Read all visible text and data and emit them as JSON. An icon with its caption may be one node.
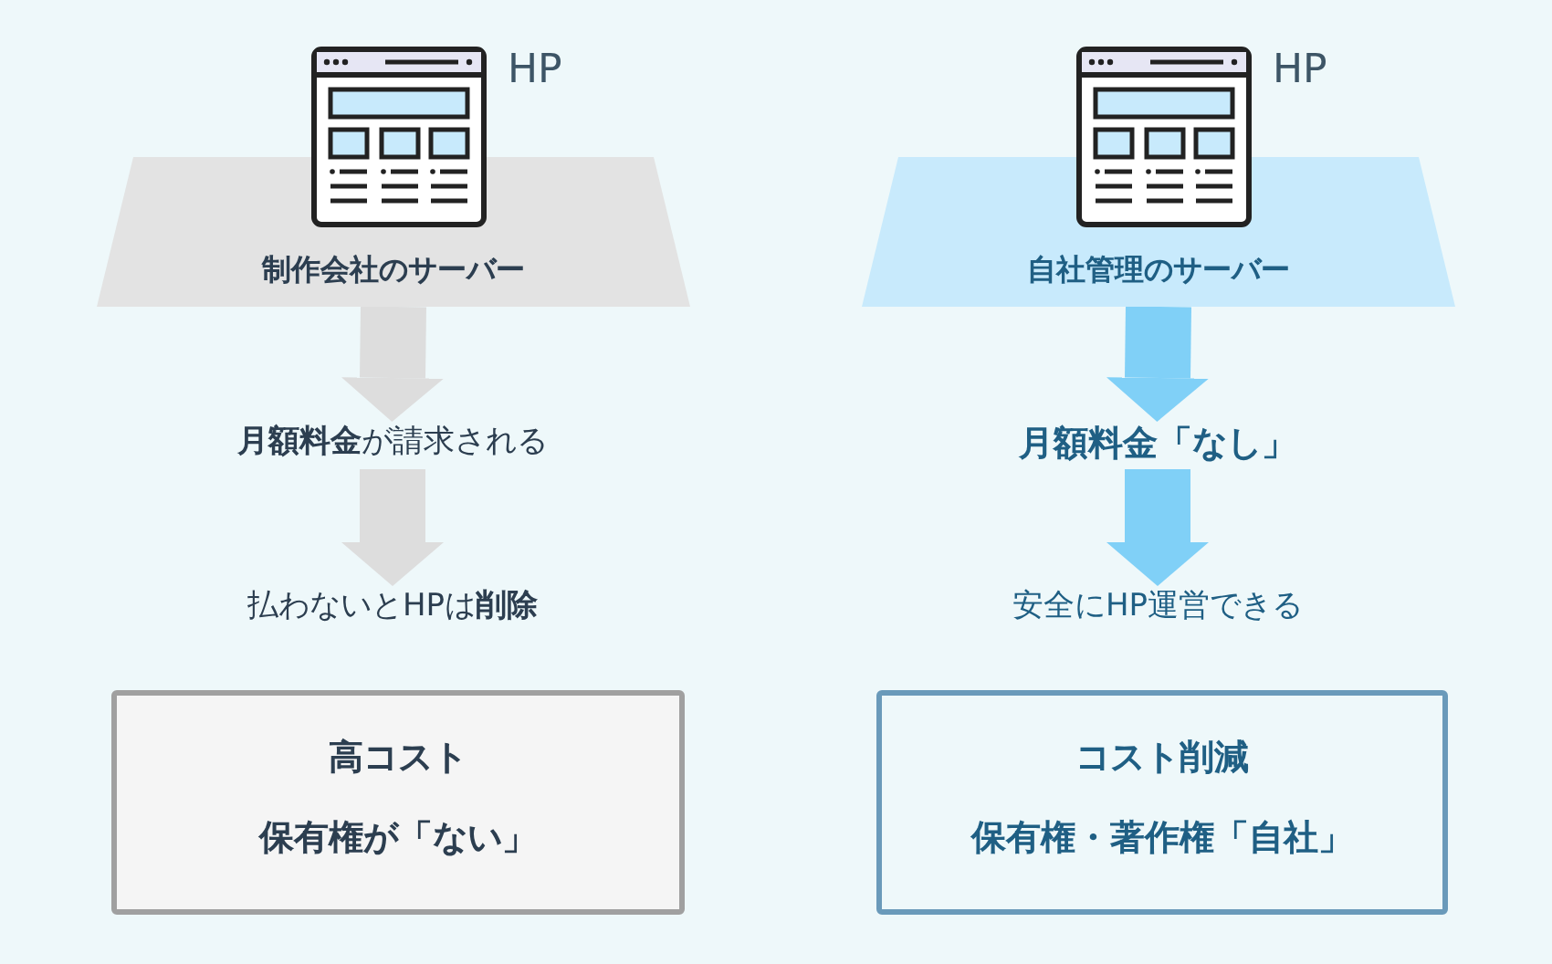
{
  "diagram": {
    "nodes": [
      {
        "text": [
          "制作会社のサーバー"
        ]
      },
      {
        "text": [
          "**月額料金**が請求される"
        ]
      },
      {
        "text": [
          "払わないとHPは**削除**"
        ]
      },
      {
        "text": [
          "高コスト",
          "保有権が「ない」"
        ]
      },
      {
        "text": [
          "自社管理のサーバー"
        ]
      },
      {
        "text": [
          "月額料金「なし」"
        ]
      },
      {
        "text": [
          "安全にHP運営できる"
        ]
      },
      {
        "text": [
          "コスト削減",
          "保有権・著作権「自社」"
        ]
      }
    ],
    "edges": [
      {
        "from": 0,
        "to": 1,
        "arrow": "to",
        "color": "#dddddd"
      },
      {
        "from": 1,
        "to": 2,
        "arrow": "to",
        "color": "#dddddd"
      },
      {
        "from": 4,
        "to": 5,
        "arrow": "to",
        "color": "#80d0f7"
      },
      {
        "from": 5,
        "to": 6,
        "arrow": "to",
        "color": "#80d0f7"
      }
    ],
    "labels": [
      "HP",
      "HP"
    ]
  }
}
